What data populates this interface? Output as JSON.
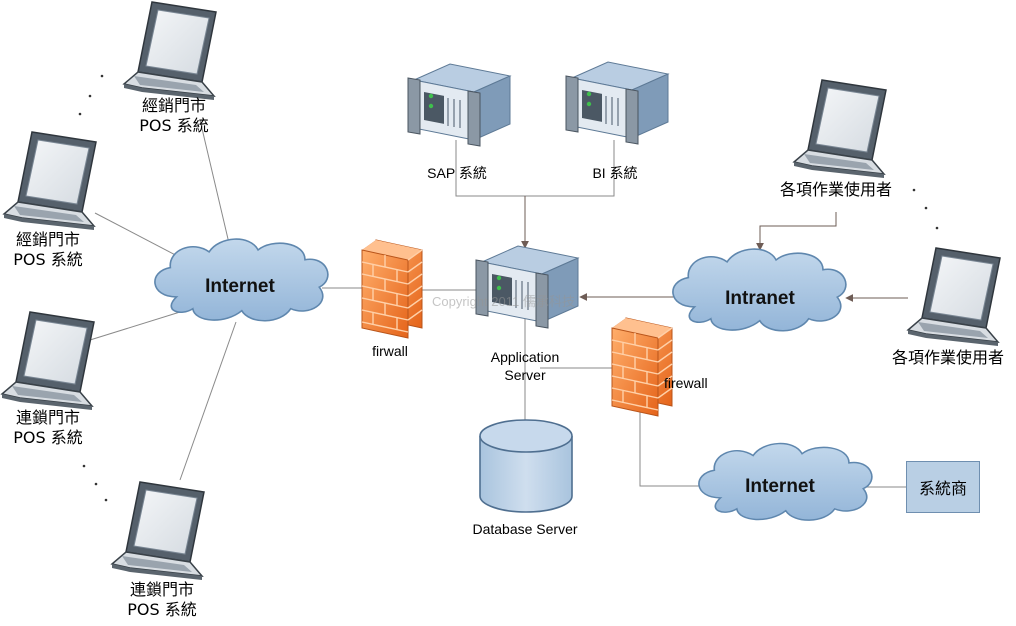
{
  "labels": {
    "pos_top_line1": "經銷門市",
    "pos_top_line2": "POS 系統",
    "pos_midleft_line1": "經銷門市",
    "pos_midleft_line2": "POS 系統",
    "pos_lowleft_line1": "連鎖門市",
    "pos_lowleft_line2": "POS 系統",
    "pos_bottom_line1": "連鎖門市",
    "pos_bottom_line2": "POS 系統",
    "internet_left": "Internet",
    "internet_right": "Internet",
    "intranet": "Intranet",
    "firewall_left": "firwall",
    "firewall_right": "firewall",
    "sap": "SAP 系統",
    "bi": "BI 系統",
    "app_server_line1": "Application",
    "app_server_line2": "Server",
    "database": "Database Server",
    "user_top": "各項作業使用者",
    "user_bottom": "各項作業使用者",
    "vendor": "系統商",
    "watermark": "Copyright 2011 儒承科技"
  },
  "colors": {
    "cloud_fill": "#a9c6e2",
    "cloud_stroke": "#6b8fb3",
    "server_top": "#9fbad6",
    "server_front": "#dde6ef",
    "firewall": "#f07f2e",
    "connector": "#8a8a8a",
    "vendor_box": "#b9cfe4"
  },
  "icons": {
    "laptop": "laptop-icon",
    "cloud": "cloud-icon",
    "firewall": "firewall-brick-icon",
    "server": "rack-server-icon",
    "database": "database-cylinder-icon"
  }
}
